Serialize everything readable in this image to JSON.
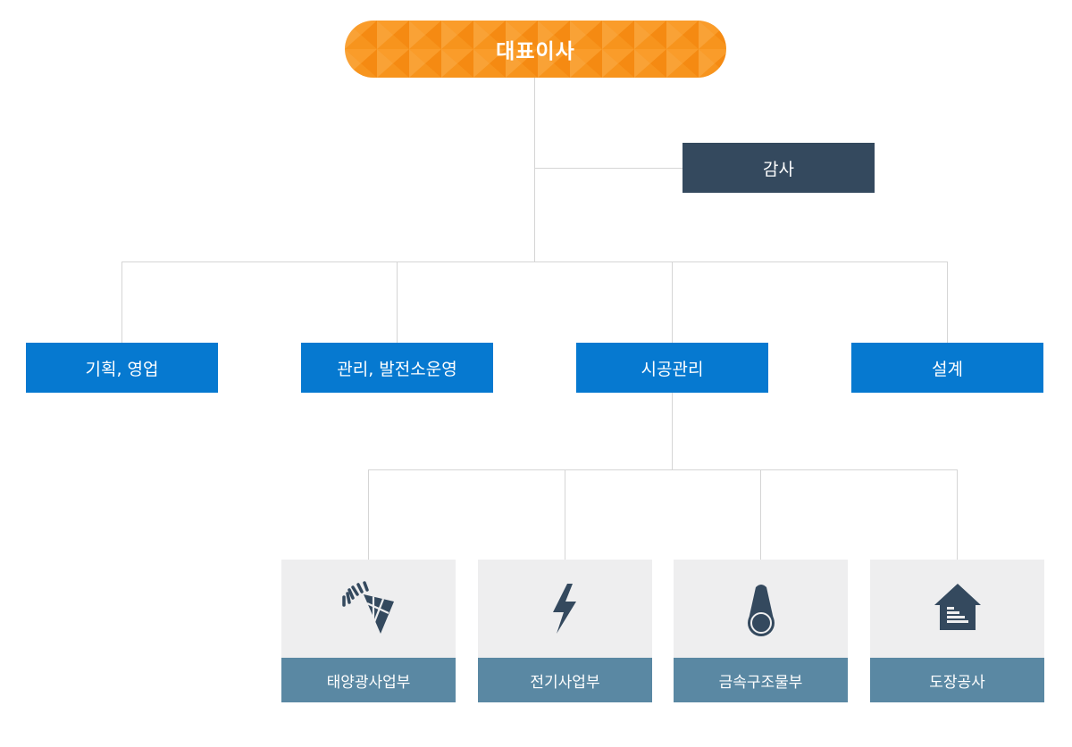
{
  "colors": {
    "ceo": "#f7941d",
    "audit": "#34495e",
    "dept": "#0679d0",
    "sub_label_bg": "#5a88a3",
    "sub_icon_bg": "#eeeeef",
    "icon": "#34495e",
    "connector": "#d5d5d5"
  },
  "ceo": {
    "label": "대표이사"
  },
  "audit": {
    "label": "감사"
  },
  "departments": [
    {
      "label": "기획, 영업"
    },
    {
      "label": "관리, 발전소운영"
    },
    {
      "label": "시공관리"
    },
    {
      "label": "설계"
    }
  ],
  "divisions": [
    {
      "label": "태양광사업부",
      "icon": "solar-panel-icon"
    },
    {
      "label": "전기사업부",
      "icon": "lightning-bolt-icon"
    },
    {
      "label": "금속구조물부",
      "icon": "metal-pipe-icon"
    },
    {
      "label": "도장공사",
      "icon": "house-paint-icon"
    }
  ]
}
